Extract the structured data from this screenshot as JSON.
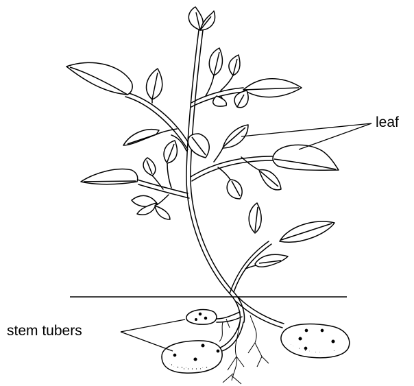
{
  "labels": {
    "leaf": "leaf",
    "stem_tubers": "stem tubers"
  },
  "parts": [
    {
      "name": "soil-line"
    },
    {
      "name": "main-stem"
    },
    {
      "name": "leaves",
      "count": 27
    },
    {
      "name": "stem-tubers",
      "count": 3
    },
    {
      "name": "roots"
    }
  ],
  "style": {
    "line_color": "#000000",
    "background": "#ffffff"
  }
}
